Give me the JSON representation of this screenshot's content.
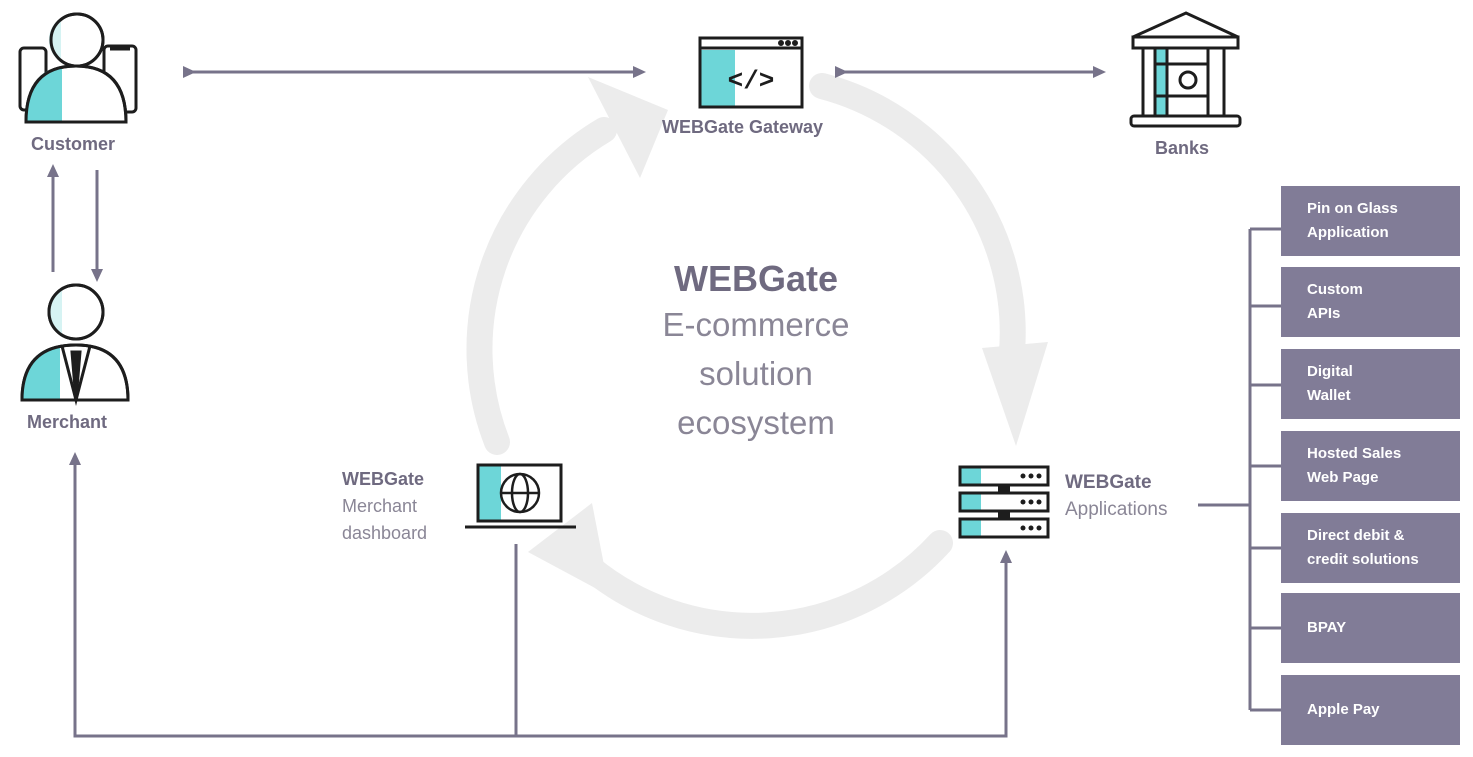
{
  "colors": {
    "accent": "#6dd6d8",
    "line": "#77738a",
    "box": "#817c97",
    "ring": "#ececec",
    "text": "#6f6a80"
  },
  "center": {
    "title": "WEBGate",
    "lines": [
      "E-commerce",
      "solution",
      "ecosystem"
    ]
  },
  "nodes": {
    "customer": {
      "label": "Customer",
      "icon": "customer-devices-icon"
    },
    "merchant": {
      "label": "Merchant",
      "icon": "merchant-person-icon"
    },
    "gateway": {
      "label": "WEBGate Gateway",
      "icon": "code-window-icon"
    },
    "banks": {
      "label": "Banks",
      "icon": "bank-building-icon"
    },
    "dashboard": {
      "title": "WEBGate",
      "line1": "Merchant",
      "line2": "dashboard",
      "icon": "laptop-globe-icon"
    },
    "applications": {
      "title": "WEBGate",
      "subtitle": "Applications",
      "icon": "server-stack-icon"
    }
  },
  "applications_list": [
    "Pin on Glass Application",
    "Custom APIs",
    "Digital Wallet",
    "Hosted Sales Web Page",
    "Direct debit & credit solutions",
    "BPAY",
    "Apple Pay"
  ]
}
